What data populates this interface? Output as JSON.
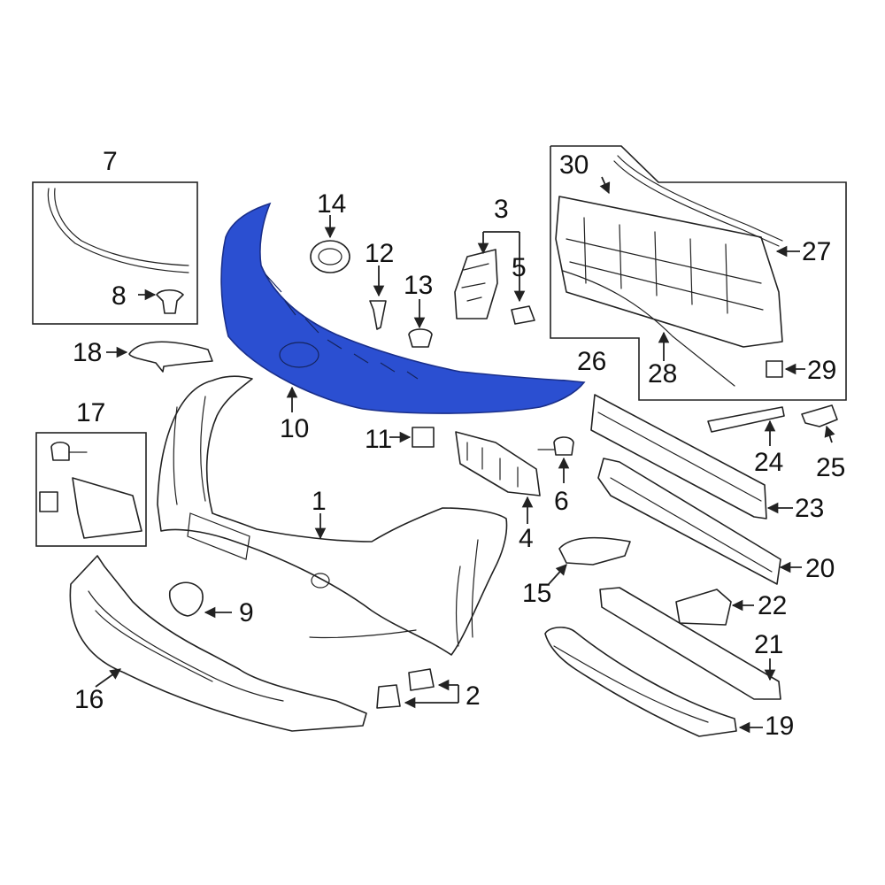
{
  "diagram": {
    "highlight_color": "#2b4fd1",
    "outline_color": "#222222",
    "highlighted_part": "10",
    "callouts": [
      "1",
      "2",
      "3",
      "4",
      "5",
      "6",
      "7",
      "8",
      "9",
      "10",
      "11",
      "12",
      "13",
      "14",
      "15",
      "16",
      "17",
      "18",
      "19",
      "20",
      "21",
      "22",
      "23",
      "24",
      "25",
      "26",
      "27",
      "28",
      "29",
      "30"
    ]
  }
}
